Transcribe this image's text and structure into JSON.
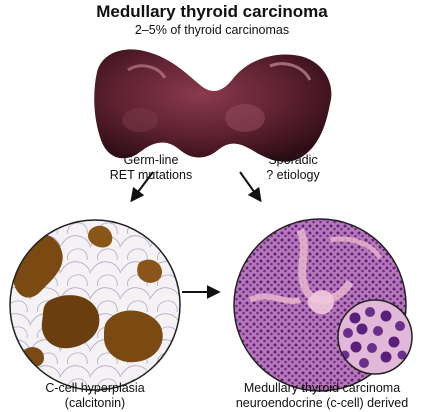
{
  "header": {
    "title": "Medullary thyroid carcinoma",
    "subtitle": "2–5% of thyroid carcinomas"
  },
  "paths": {
    "left": {
      "line1": "Germ-line",
      "line2": "RET mutations"
    },
    "right": {
      "line1": "Sporadic",
      "line2": "? etiology"
    }
  },
  "panels": {
    "hyperplasia": {
      "line1": "C-cell hyperplasia",
      "line2": "(calcitonin)"
    },
    "carcinoma": {
      "line1": "Medullary thyroid carcinoma",
      "line2": "neuroendocrine (c-cell) derived"
    }
  },
  "colors": {
    "gland": "#5a1f2e",
    "stain_brown": "#7a4a12",
    "he_pink": "#d8a0c8",
    "he_purple": "#6a2f8a"
  }
}
